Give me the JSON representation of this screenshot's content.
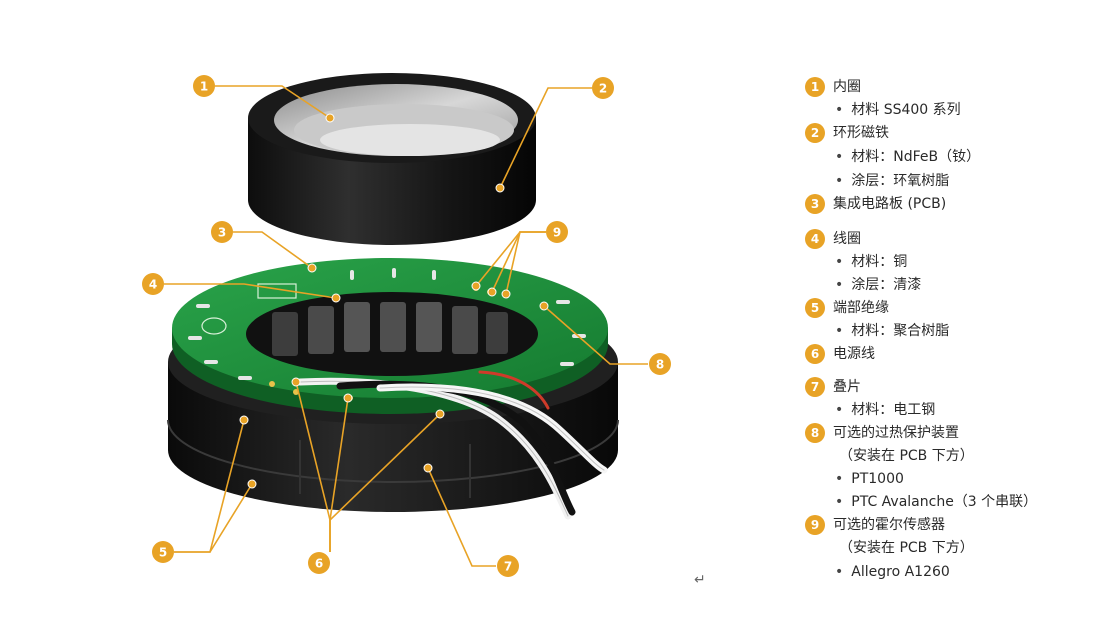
{
  "callouts": [
    "1",
    "2",
    "3",
    "4",
    "5",
    "6",
    "7",
    "8",
    "9"
  ],
  "legend": [
    {
      "num": "1",
      "title": "内圈",
      "items": [
        "材料 SS400 系列"
      ]
    },
    {
      "num": "2",
      "title": "环形磁铁",
      "items": [
        "材料：NdFeB（钕）",
        "涂层：环氧树脂"
      ]
    },
    {
      "num": "3",
      "title": "集成电路板 (PCB)",
      "items": []
    },
    {
      "num": "4",
      "title": "线圈",
      "items": [
        "材料：铜",
        "涂层：清漆"
      ]
    },
    {
      "num": "5",
      "title": "端部绝缘",
      "items": [
        "材料：聚合树脂"
      ]
    },
    {
      "num": "6",
      "title": "电源线",
      "items": []
    },
    {
      "num": "7",
      "title": "叠片",
      "items": [
        "材料：电工钢"
      ]
    },
    {
      "num": "8",
      "title": "可选的过热保护装置",
      "note": "（安装在 PCB 下方）",
      "items": [
        "PT1000",
        "PTC Avalanche（3 个串联）"
      ]
    },
    {
      "num": "9",
      "title": "可选的霍尔传感器",
      "note": "（安装在 PCB 下方）",
      "items": [
        "Allegro A1260"
      ]
    }
  ],
  "icons": {
    "enter": "return-arrow-icon"
  },
  "colors": {
    "accent": "#e8a326",
    "pcb": "#1f8a3c",
    "ring": "#1c1c1c",
    "steel": "#b9b9b9"
  }
}
